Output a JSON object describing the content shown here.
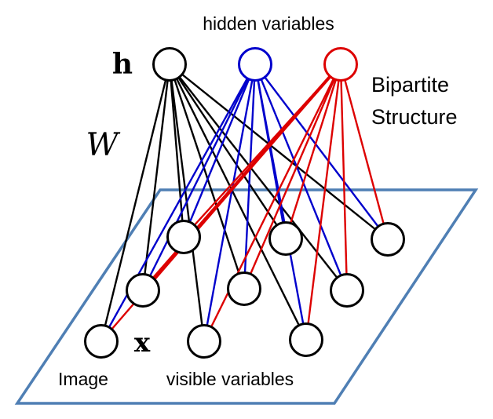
{
  "labels": {
    "hidden": "hidden variables",
    "h": "h",
    "w": "W",
    "bipartite_line1": "Bipartite",
    "bipartite_line2": "Structure",
    "x": "x",
    "image": "Image",
    "visible": "visible variables"
  },
  "colors": {
    "black": "#000000",
    "blue": "#0000cc",
    "red": "#dd0000",
    "plane": "#4f7fb4"
  }
}
